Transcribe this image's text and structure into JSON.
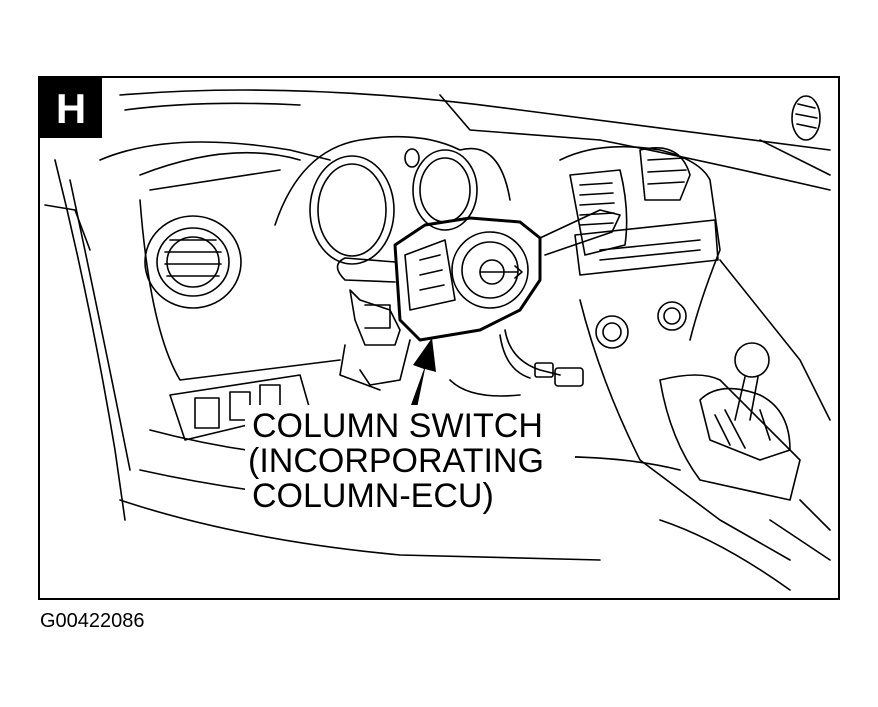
{
  "panel": {
    "letter": "H"
  },
  "callout": {
    "lines": [
      "COLUMN SWITCH",
      "(INCORPORATING",
      "COLUMN-ECU)"
    ]
  },
  "figure_id": "G00422086",
  "colors": {
    "ink": "#000000",
    "paper": "#ffffff"
  }
}
